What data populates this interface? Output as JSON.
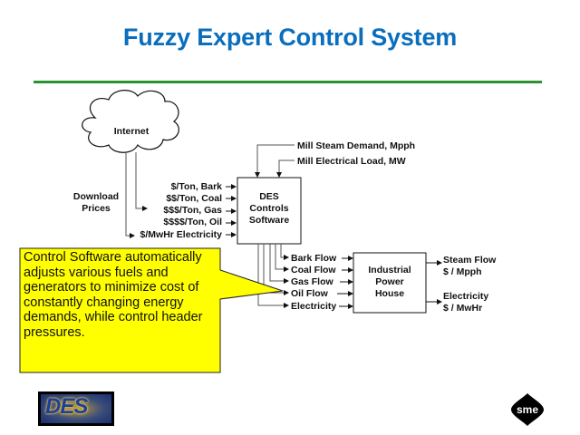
{
  "slide": {
    "title": "Fuzzy Expert Control System",
    "colors": {
      "title": "#0a6ebd",
      "rule": "#2a9330",
      "callout_fill": "#ffff00"
    }
  },
  "diagram": {
    "internet_label": "Internet",
    "download_label_line1": "Download",
    "download_label_line2": "Prices",
    "price_inputs": [
      "$/Ton, Bark",
      "$$/Ton, Coal",
      "$$$/Ton, Gas",
      "$$$$/Ton, Oil",
      "$/MwHr Electricity"
    ],
    "mill_inputs": [
      "Mill Steam Demand, Mpph",
      "Mill Electrical Load, MW"
    ],
    "des_box": {
      "line1": "DES",
      "line2": "Controls",
      "line3": "Software"
    },
    "flows": [
      "Bark Flow",
      "Coal Flow",
      "Gas Flow",
      "Oil Flow",
      "Electricity"
    ],
    "power_house": {
      "line1": "Industrial",
      "line2": "Power",
      "line3": "House"
    },
    "outputs": [
      {
        "line1": "Steam Flow",
        "line2": "$ / Mpph"
      },
      {
        "line1": "Electricity",
        "line2": "$ / MwHr"
      }
    ]
  },
  "callout": {
    "text": "Control Software automatically adjusts various fuels and generators to minimize cost of constantly changing energy demands, while control header pressures."
  },
  "logos": {
    "left": "DES",
    "right": "sme"
  }
}
